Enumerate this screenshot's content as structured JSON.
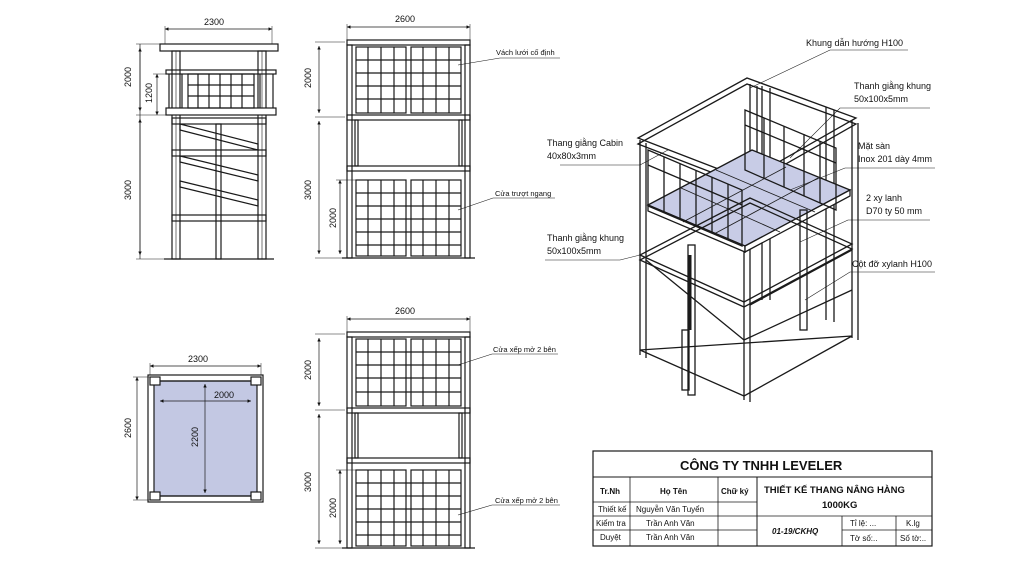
{
  "dims": {
    "side_width": "2300",
    "side_top_h": "2000",
    "side_rail_h": "1200",
    "side_bottom_h": "3000",
    "front_width": "2600",
    "front_top_h": "2000",
    "front_bottom_h": "3000",
    "front_door_h": "2000",
    "back_width": "2600",
    "back_top_h": "2000",
    "back_bottom_h": "3000",
    "back_door_h": "2000",
    "plan_outer_w": "2300",
    "plan_inner_w": "2000",
    "plan_outer_h": "2600",
    "plan_inner_h": "2200"
  },
  "labels": {
    "fixed_mesh": "Vách lưới cố định",
    "sliding_door": "Cửa trượt ngang",
    "folding_door_top": "Cửa xếp mở 2 bên",
    "folding_door_bottom": "Cửa xếp mở 2 bên",
    "guide_frame": "Khung dẫn hướng H100",
    "frame_brace_top_1": "Thanh giằng khung",
    "frame_brace_top_2": "50x100x5mm",
    "floor_1": "Mặt sàn",
    "floor_2": "Inox 201 dày 4mm",
    "cabin_brace_1": "Thang giằng Cabin",
    "cabin_brace_2": "40x80x3mm",
    "cylinder_1": "2 xy lanh",
    "cylinder_2": "D70 ty 50 mm",
    "frame_brace_bot_1": "Thanh giằng khung",
    "frame_brace_bot_2": "50x100x5mm",
    "cylinder_column": "Cột đỡ xylanh H100"
  },
  "title_block": {
    "company": "CÔNG TY TNHH LEVELER",
    "col_role": "Tr.Nh",
    "col_name": "Họ Tên",
    "col_sign": "Chữ ký",
    "role_design": "Thiết kế",
    "name_design": "Nguyễn Văn Tuyển",
    "role_check": "Kiểm tra",
    "name_check": "Trần Anh Văn",
    "role_approve": "Duyệt",
    "name_approve": "Trần Anh Văn",
    "title_1": "THIẾT KẾ THANG NÂNG HÀNG",
    "title_2": "1000KG",
    "drawing_no": "01-19/CKHQ",
    "scale": "Tỉ lệ: ...",
    "weight": "K.lg",
    "sheet": "Tờ số:..",
    "sheet_count": "Số tờ:.."
  },
  "colors": {
    "line": "#1a1a1a",
    "floor_fill": "#c8cce6",
    "plan_fill": "#c3c8e3"
  }
}
